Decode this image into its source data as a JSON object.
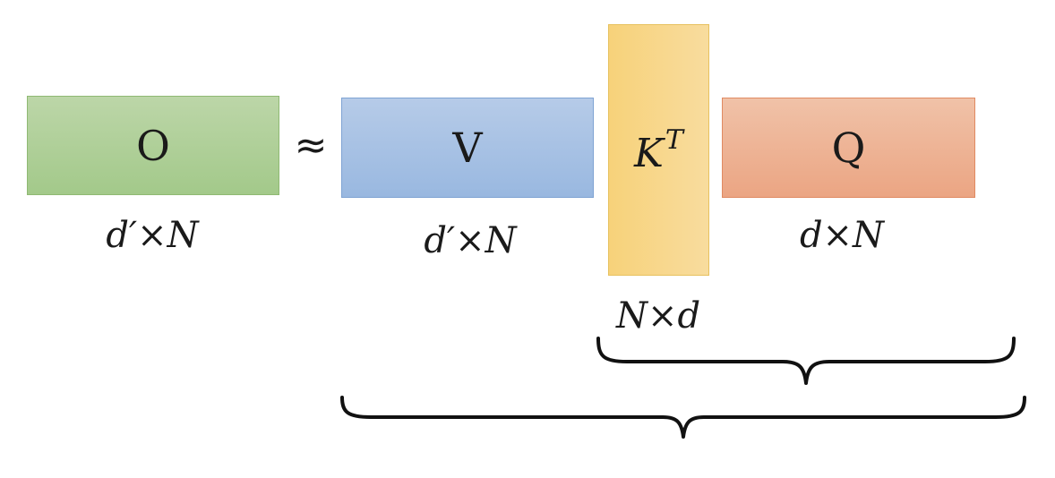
{
  "matrices": {
    "o": {
      "label": "O",
      "dims": "d′×N",
      "color": "#a9cd91"
    },
    "v": {
      "label": "V",
      "dims": "d′×N",
      "color": "#a3bfe3"
    },
    "k": {
      "label": "K",
      "superscript": "T",
      "dims": "N×d",
      "color": "#f8d78c"
    },
    "q": {
      "label": "Q",
      "dims": "d×N",
      "color": "#eeb292"
    }
  },
  "operator": "≈",
  "braces": [
    "K^T Q",
    "V K^T Q"
  ]
}
